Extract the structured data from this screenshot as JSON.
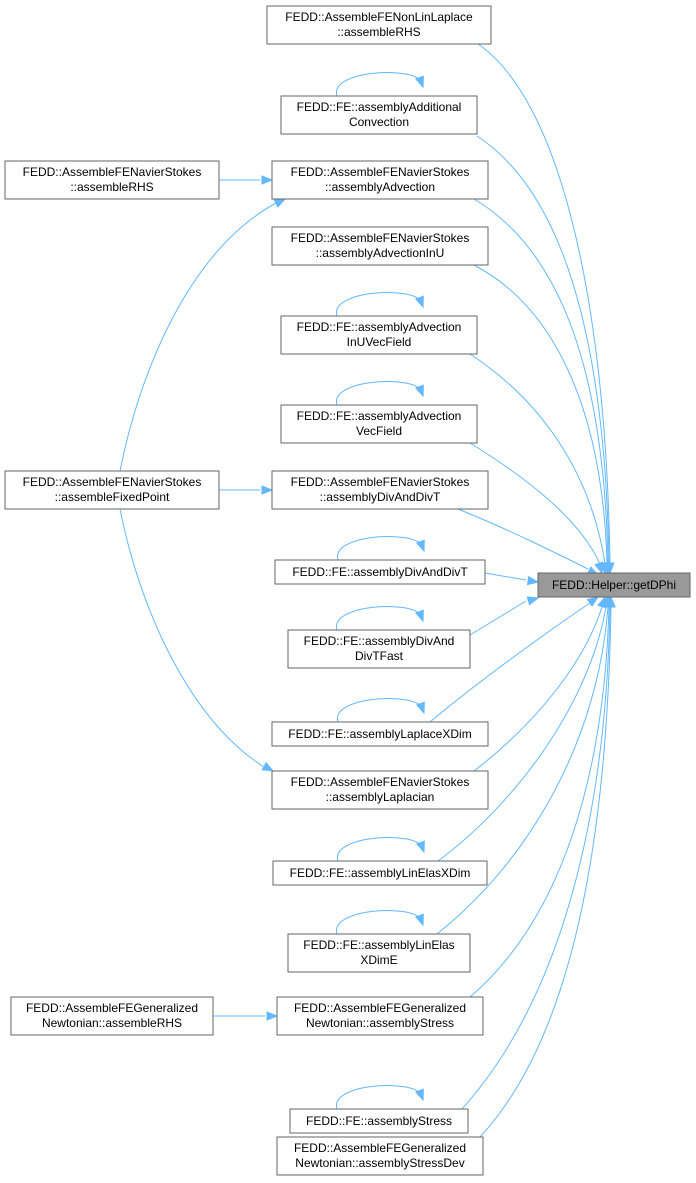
{
  "graph": {
    "target": "FEDD::Helper::getDPhi",
    "callers": [
      [
        "FEDD::AssembleFENonLinLaplace",
        "::assembleRHS"
      ],
      [
        "FEDD::FE::assemblyAdditional",
        "Convection"
      ],
      [
        "FEDD::AssembleFENavierStokes",
        "::assemblyAdvection"
      ],
      [
        "FEDD::AssembleFENavierStokes",
        "::assemblyAdvectionInU"
      ],
      [
        "FEDD::FE::assemblyAdvection",
        "InUVecField"
      ],
      [
        "FEDD::FE::assemblyAdvection",
        "VecField"
      ],
      [
        "FEDD::AssembleFENavierStokes",
        "::assemblyDivAndDivT"
      ],
      [
        "FEDD::FE::assemblyDivAndDivT"
      ],
      [
        "FEDD::FE::assemblyDivAnd",
        "DivTFast"
      ],
      [
        "FEDD::FE::assemblyLaplaceXDim"
      ],
      [
        "FEDD::AssembleFENavierStokes",
        "::assemblyLaplacian"
      ],
      [
        "FEDD::FE::assemblyLinElasXDim"
      ],
      [
        "FEDD::FE::assemblyLinElas",
        "XDimE"
      ],
      [
        "FEDD::AssembleFEGeneralized",
        "Newtonian::assemblyStress"
      ],
      [
        "FEDD::FE::assemblyStress"
      ],
      [
        "FEDD::AssembleFEGeneralized",
        "Newtonian::assemblyStressDev"
      ]
    ],
    "upstream": [
      [
        "FEDD::AssembleFENavierStokes",
        "::assembleRHS"
      ],
      [
        "FEDD::AssembleFENavierStokes",
        "::assembleFixedPoint"
      ],
      [
        "FEDD::AssembleFEGeneralized",
        "Newtonian::assembleRHS"
      ]
    ]
  },
  "colors": {
    "edge": "#63b8ff",
    "node_border": "#666666",
    "target_fill": "#999999"
  }
}
